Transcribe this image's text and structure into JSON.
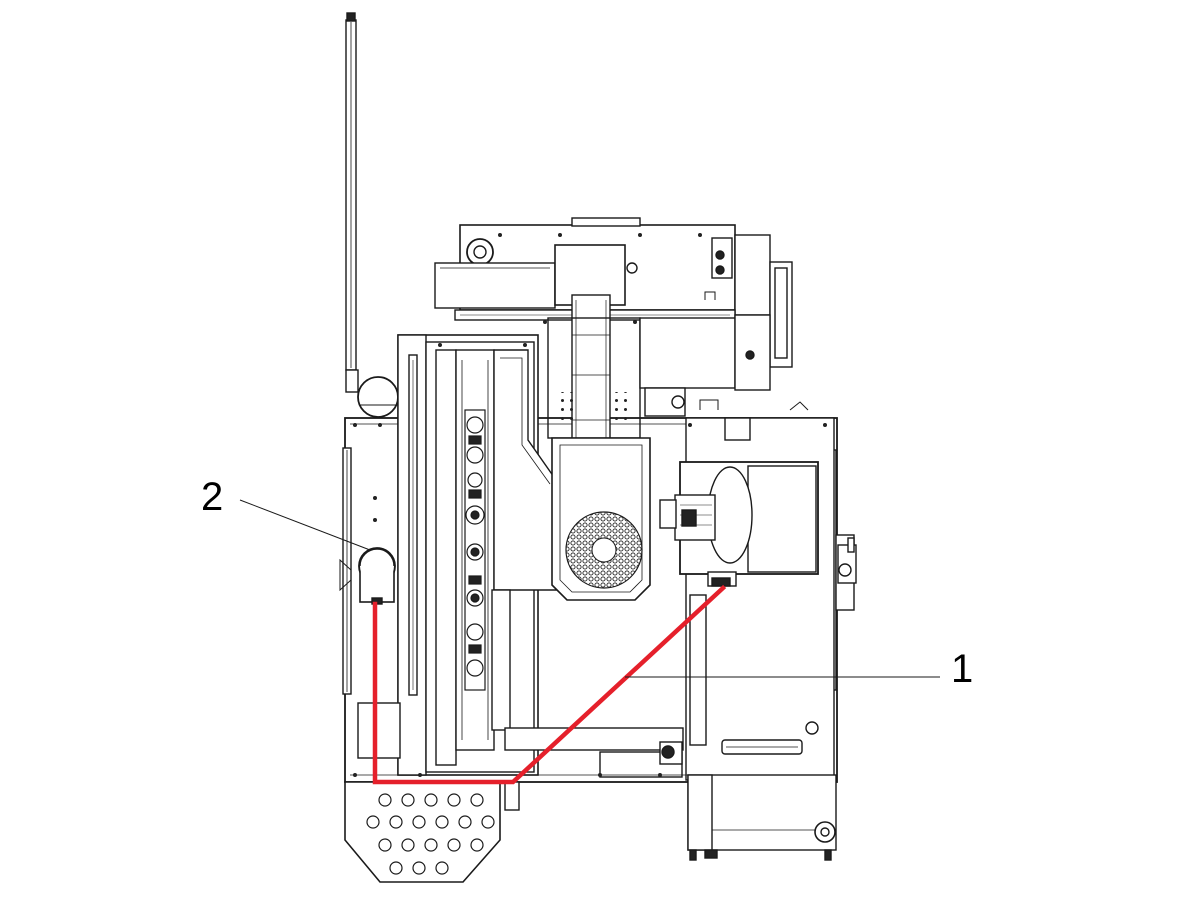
{
  "diagram": {
    "callouts": [
      {
        "id": "1",
        "label": "1"
      },
      {
        "id": "2",
        "label": "2"
      }
    ],
    "colors": {
      "line": "#1a1a1a",
      "highlight": "#e5202b",
      "background": "#ffffff"
    }
  }
}
